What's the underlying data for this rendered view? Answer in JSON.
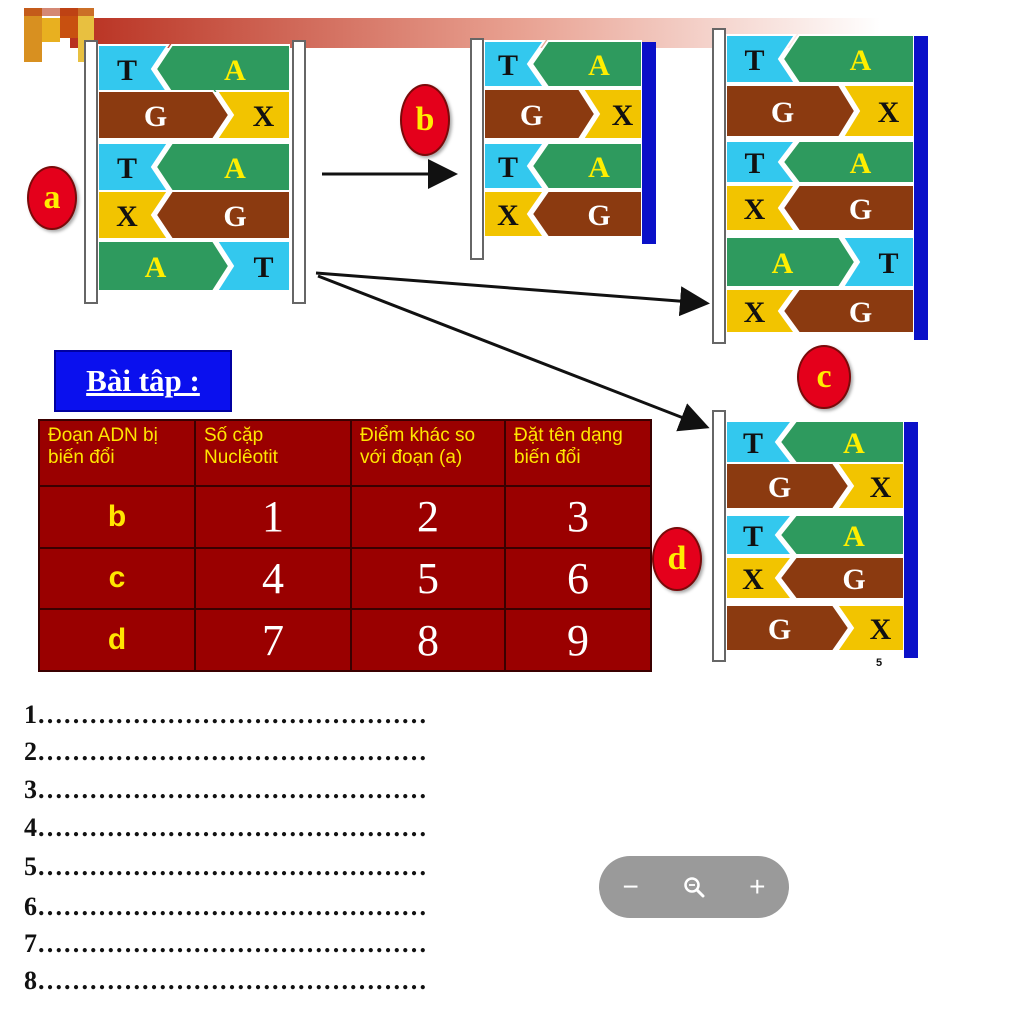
{
  "labels": {
    "a": "a",
    "b": "b",
    "c": "c",
    "d": "d"
  },
  "segments": {
    "a": [
      {
        "left": "T",
        "right": "A",
        "dir": "left"
      },
      {
        "left": "G",
        "right": "X",
        "dir": "right"
      },
      {
        "left": "T",
        "right": "A",
        "dir": "left"
      },
      {
        "left": "X",
        "right": "G",
        "dir": "left"
      },
      {
        "left": "A",
        "right": "T",
        "dir": "right"
      }
    ],
    "b": [
      {
        "left": "T",
        "right": "A",
        "dir": "left"
      },
      {
        "left": "G",
        "right": "X",
        "dir": "right"
      },
      {
        "left": "T",
        "right": "A",
        "dir": "left"
      },
      {
        "left": "X",
        "right": "G",
        "dir": "left"
      }
    ],
    "c": [
      {
        "left": "T",
        "right": "A",
        "dir": "left"
      },
      {
        "left": "G",
        "right": "X",
        "dir": "right"
      },
      {
        "left": "T",
        "right": "A",
        "dir": "left"
      },
      {
        "left": "X",
        "right": "G",
        "dir": "left"
      },
      {
        "left": "A",
        "right": "T",
        "dir": "right"
      },
      {
        "left": "X",
        "right": "G",
        "dir": "left"
      }
    ],
    "d": [
      {
        "left": "T",
        "right": "A",
        "dir": "left"
      },
      {
        "left": "G",
        "right": "X",
        "dir": "right"
      },
      {
        "left": "T",
        "right": "A",
        "dir": "left"
      },
      {
        "left": "X",
        "right": "G",
        "dir": "left"
      },
      {
        "left": "G",
        "right": "X",
        "dir": "right"
      }
    ]
  },
  "colors": {
    "T": "#33c8ee",
    "A": "#2e9a5e",
    "G": "#8b3a10",
    "X": "#f2c400",
    "bg_red": "#9a0000",
    "rail_blue": "#0a10c8"
  },
  "exercise": {
    "title": "Bài tâp :",
    "headers": [
      "Đoạn ADN bị biến đổi",
      "Số cặp Nuclêotit",
      "Điểm khác so với đoạn (a)",
      "Đặt tên dạng biến đổi"
    ],
    "rows": [
      [
        "b",
        "1",
        "2",
        "3"
      ],
      [
        "c",
        "4",
        "5",
        "6"
      ],
      [
        "d",
        "7",
        "8",
        "9"
      ]
    ]
  },
  "answer_lines": [
    "1………………………………………",
    "2………………………………………",
    "3………………………………………",
    "4………………………………………",
    "5………………………………………",
    "6………………………………………",
    "7………………………………………",
    "8………………………………………"
  ],
  "slide_number": "5",
  "zoom": {
    "minus": "−",
    "plus": "+",
    "icon": "magnifier-icon"
  }
}
